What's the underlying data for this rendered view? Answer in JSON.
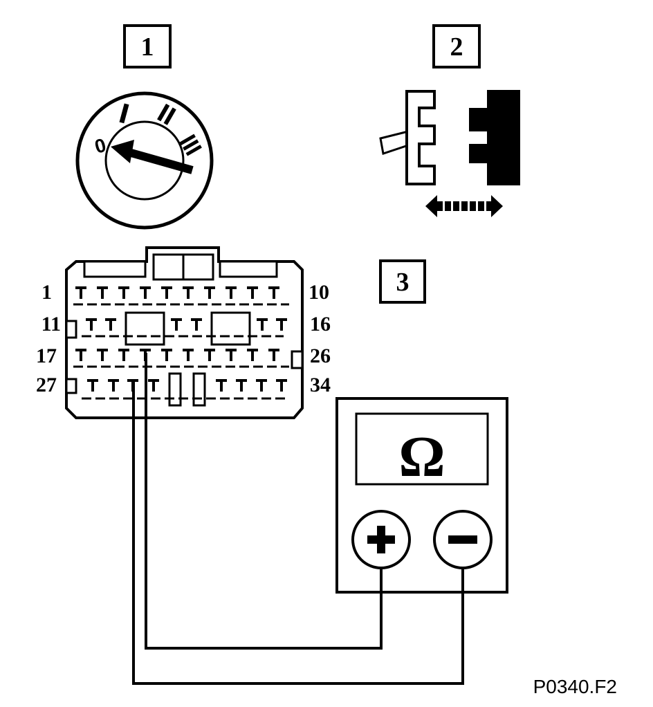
{
  "steps": [
    {
      "label": "1"
    },
    {
      "label": "2"
    },
    {
      "label": "3"
    }
  ],
  "ignition": {
    "positions": [
      "0",
      "I",
      "II",
      "III"
    ],
    "selected_position": "0"
  },
  "connector": {
    "pin_labels": {
      "row1_left": "1",
      "row1_right": "10",
      "row2_left": "11",
      "row2_right": "16",
      "row3_left": "17",
      "row3_right": "26",
      "row4_left": "27",
      "row4_right": "34"
    }
  },
  "meter": {
    "symbol": "Ω",
    "plus": "+",
    "minus": "−"
  },
  "figure_code": "P0340.F2"
}
